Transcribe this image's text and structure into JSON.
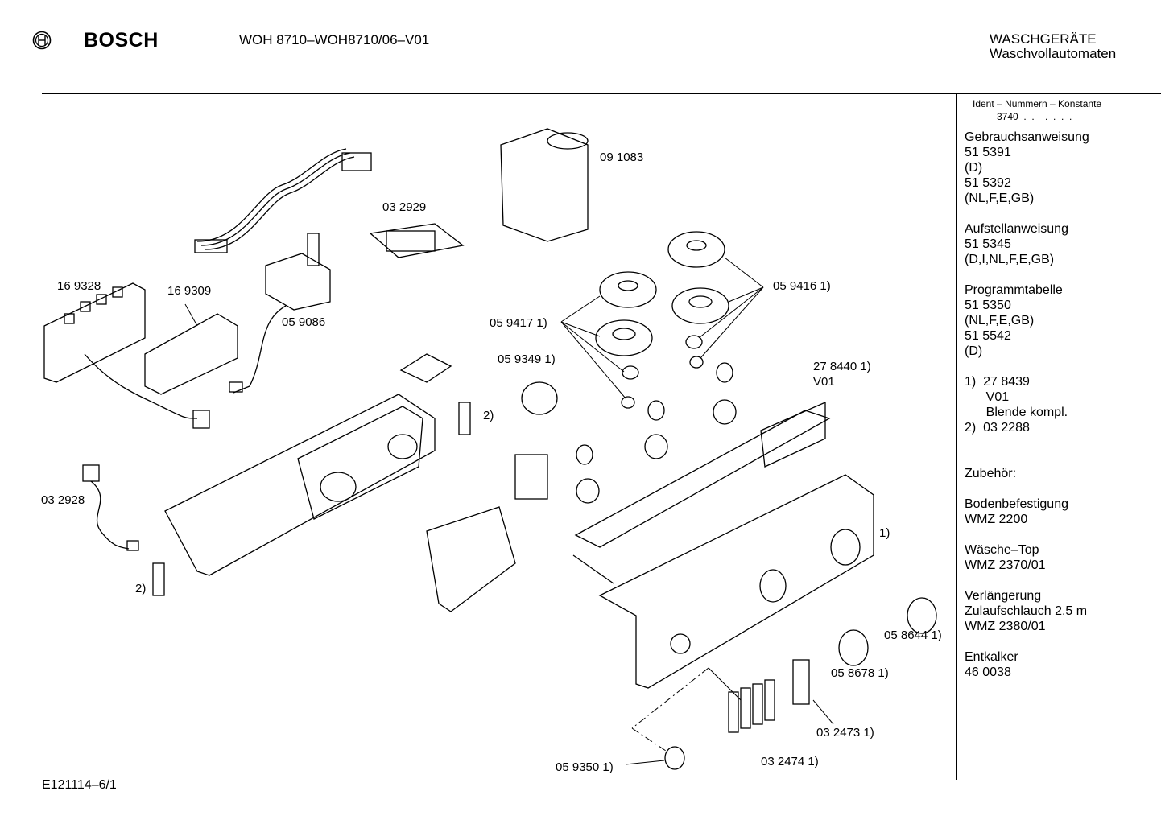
{
  "header": {
    "brand": "BOSCH",
    "model": "WOH 8710–WOH8710/06–V01",
    "category": "WASCHGERÄTE",
    "subcategory": "Waschvollautomaten"
  },
  "footer": {
    "code": "E121114–6/1"
  },
  "parts": [
    {
      "id": "p1",
      "text": "16 9328"
    },
    {
      "id": "p2",
      "text": "16 9309"
    },
    {
      "id": "p3",
      "text": "03 2929"
    },
    {
      "id": "p4",
      "text": "09 1083"
    },
    {
      "id": "p5",
      "text": "05 9086"
    },
    {
      "id": "p6",
      "text": "05 9416 1)"
    },
    {
      "id": "p7",
      "text": "05 9417 1)"
    },
    {
      "id": "p8",
      "text": "05 9349 1)"
    },
    {
      "id": "p9",
      "text": "27 8440 1)"
    },
    {
      "id": "p10",
      "text": "V01"
    },
    {
      "id": "p11",
      "text": "2)"
    },
    {
      "id": "p12",
      "text": "03 2928"
    },
    {
      "id": "p13",
      "text": "2)"
    },
    {
      "id": "p14",
      "text": "1)"
    },
    {
      "id": "p15",
      "text": "05 8644 1)"
    },
    {
      "id": "p16",
      "text": "05 8678 1)"
    },
    {
      "id": "p17",
      "text": "03 2473 1)"
    },
    {
      "id": "p18",
      "text": "03 2474 1)"
    },
    {
      "id": "p19",
      "text": "05 9350 1)"
    }
  ],
  "sidebar": {
    "ident_title": "Ident – Nummern – Konstante",
    "ident_value": "3740  .  .    .  .  .  .",
    "lines": [
      "Gebrauchsanweisung",
      "51 5391",
      "(D)",
      "51 5392",
      "(NL,F,E,GB)",
      "",
      "Aufstellanweisung",
      "51 5345",
      "(D,I,NL,F,E,GB)",
      "",
      "Programmtabelle",
      "51 5350",
      "(NL,F,E,GB)",
      "51 5542",
      "(D)",
      "",
      "1)  27 8439",
      "      V01",
      "      Blende kompl.",
      "2)  03 2288",
      "",
      "",
      "Zubehör:",
      "",
      "Bodenbefestigung",
      "WMZ 2200",
      "",
      "Wäsche–Top",
      "WMZ 2370/01",
      "",
      "Verlängerung",
      "Zulaufschlauch 2,5 m",
      "WMZ 2380/01",
      "",
      "Entkalker",
      "46 0038"
    ]
  }
}
